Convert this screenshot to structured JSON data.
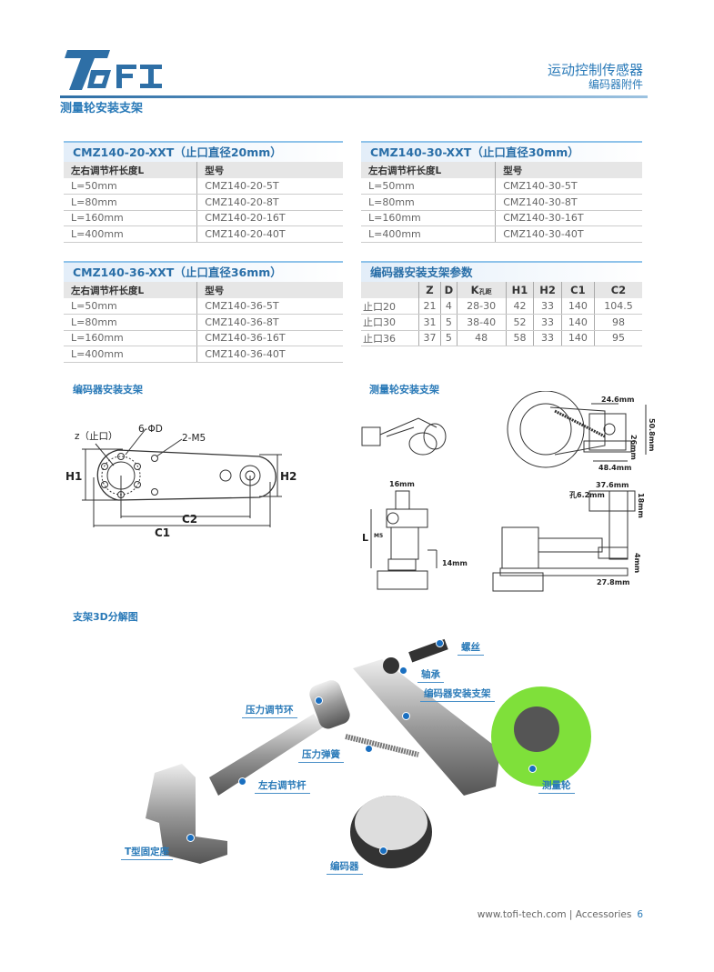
{
  "header": {
    "logo_text": "TOFI",
    "category": "运动控制传感器",
    "subcategory": "编码器附件",
    "page_title": "测量轮安装支架"
  },
  "tables": [
    {
      "title": "CMZ140-20-XXT（止口直径20mm）",
      "headers": [
        "左右调节杆长度L",
        "型号"
      ],
      "rows": [
        [
          "L=50mm",
          "CMZ140-20-5T"
        ],
        [
          "L=80mm",
          "CMZ140-20-8T"
        ],
        [
          "L=160mm",
          "CMZ140-20-16T"
        ],
        [
          "L=400mm",
          "CMZ140-20-40T"
        ]
      ]
    },
    {
      "title": "CMZ140-30-XXT（止口直径30mm）",
      "headers": [
        "左右调节杆长度L",
        "型号"
      ],
      "rows": [
        [
          "L=50mm",
          "CMZ140-30-5T"
        ],
        [
          "L=80mm",
          "CMZ140-30-8T"
        ],
        [
          "L=160mm",
          "CMZ140-30-16T"
        ],
        [
          "L=400mm",
          "CMZ140-30-40T"
        ]
      ]
    },
    {
      "title": "CMZ140-36-XXT（止口直径36mm）",
      "headers": [
        "左右调节杆长度L",
        "型号"
      ],
      "rows": [
        [
          "L=50mm",
          "CMZ140-36-5T"
        ],
        [
          "L=80mm",
          "CMZ140-36-8T"
        ],
        [
          "L=160mm",
          "CMZ140-36-16T"
        ],
        [
          "L=400mm",
          "CMZ140-36-40T"
        ]
      ]
    }
  ],
  "params": {
    "title": "编码器安装支架参数",
    "headers": [
      "",
      "Z",
      "D",
      "K",
      "H1",
      "H2",
      "C1",
      "C2"
    ],
    "k_sub": "孔距",
    "rows": [
      [
        "止口20",
        "21",
        "4",
        "28-30",
        "42",
        "33",
        "140",
        "104.5"
      ],
      [
        "止口30",
        "31",
        "5",
        "38-40",
        "52",
        "33",
        "140",
        "98"
      ],
      [
        "止口36",
        "37",
        "5",
        "48",
        "58",
        "33",
        "140",
        "95"
      ]
    ]
  },
  "sections": {
    "encoder_bracket": "编码器安装支架",
    "wheel_bracket": "测量轮安装支架",
    "exploded": "支架3D分解图"
  },
  "drawing1": {
    "z": "z（止口）",
    "d": "6-ΦD",
    "m5": "2-M5",
    "h1": "H1",
    "h2": "H2",
    "c1": "C1",
    "c2": "C2"
  },
  "drawing2": {
    "d1": "24.6mm",
    "d2": "50.8mm",
    "d3": "26mm",
    "d4": "48.4mm",
    "d5": "16mm",
    "d6": "L",
    "d7": "M5",
    "d8": "14mm",
    "d9": "37.6mm",
    "d10": "孔6.2mm",
    "d11": "18mm",
    "d12": "4mm",
    "d13": "27.8mm"
  },
  "exploded_labels": {
    "screw": "螺丝",
    "bearing": "轴承",
    "bracket": "编码器安装支架",
    "ring": "压力调节环",
    "spring": "压力弹簧",
    "rod": "左右调节杆",
    "wheel": "测量轮",
    "base": "T型固定座",
    "encoder": "编码器"
  },
  "footer": {
    "site": "www.tofi-tech.com | Accessories",
    "page": "6"
  }
}
